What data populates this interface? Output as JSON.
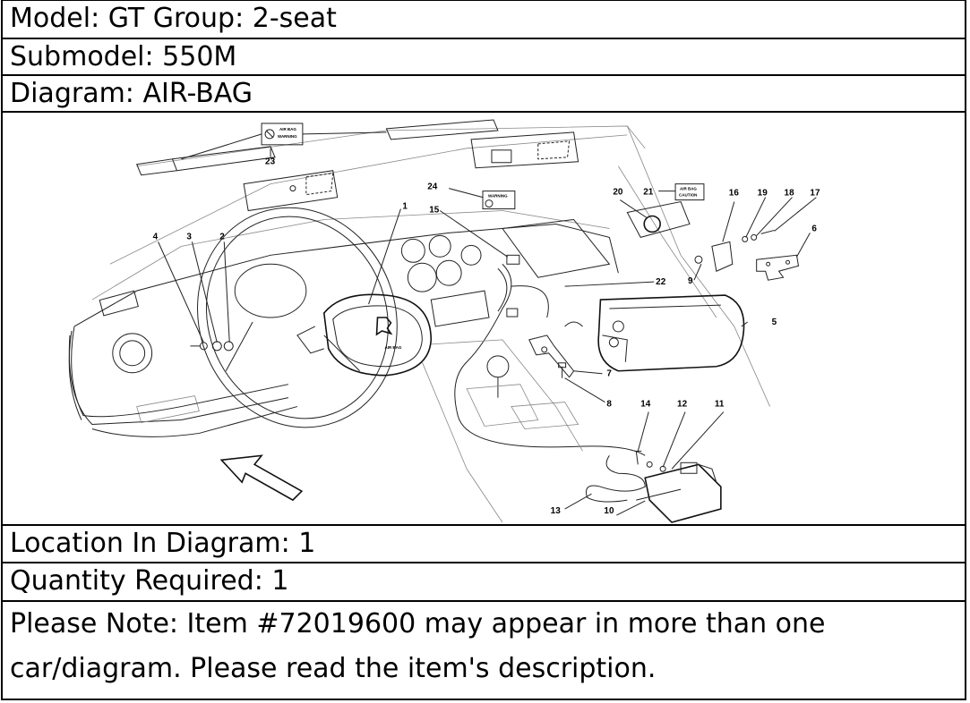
{
  "rows": {
    "model": "Model: GT Group: 2-seat",
    "submodel": "Submodel: 550M",
    "diagram": "Diagram: AIR-BAG",
    "location": "Location In Diagram: 1",
    "quantity": "Quantity Required: 1"
  },
  "note": {
    "line1": "Please Note: Item #72019600 may appear in more than one",
    "line2": "car/diagram. Please read the item's description."
  },
  "diagram_labels": {
    "c1": "1",
    "c2": "2",
    "c3": "3",
    "c4": "4",
    "c5": "5",
    "c6": "6",
    "c7": "7",
    "c8": "8",
    "c9": "9",
    "c10": "10",
    "c11": "11",
    "c12": "12",
    "c13": "13",
    "c14": "14",
    "c15": "15",
    "c16": "16",
    "c17": "17",
    "c18": "18",
    "c19": "19",
    "c20": "20",
    "c21": "21",
    "c22": "22",
    "c23": "23",
    "c24": "24"
  },
  "label_text": {
    "airbag_warning_a": "AIR BAG",
    "airbag_warning_b": "WARNING",
    "warning": "WARNING",
    "airbag_caution_a": "AIR BAG",
    "airbag_caution_b": "CAUTION",
    "wheel_airbag": "AIR BAG"
  }
}
